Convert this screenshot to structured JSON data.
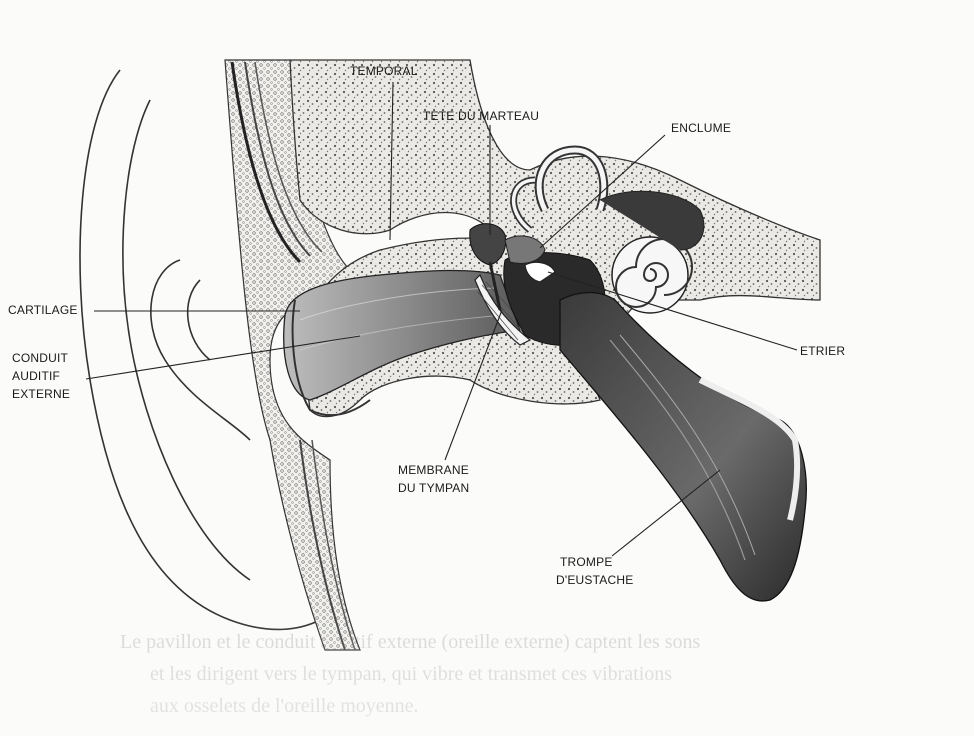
{
  "labels": {
    "temporal": "TEMPORAL",
    "tete_du_marteau": "TETE DU MARTEAU",
    "enclume": "ENCLUME",
    "cartilage": "CARTILAGE",
    "conduit_line1": "CONDUIT",
    "conduit_line2": "AUDITIF",
    "conduit_line3": "EXTERNE",
    "etrier": "ETRIER",
    "membrane_line1": "MEMBRANE",
    "membrane_line2": "DU TYMPAN",
    "trompe_line1": "TROMPE",
    "trompe_line2": "D'EUSTACHE"
  },
  "colors": {
    "ink": "#1a1a1a",
    "bone": "#e8e6e2",
    "bone_dots": "#555555",
    "canal": "#8a8a8a",
    "dark": "#2b2b2b",
    "paper": "#fbfbfa"
  },
  "background_text": {
    "line1": "Le pavillon et le conduit auditif externe (oreille externe) captent les sons",
    "line2": "et les dirigent vers le tympan, qui vibre et transmet ces vibrations",
    "line3": "aux osselets de l'oreille moyenne."
  }
}
